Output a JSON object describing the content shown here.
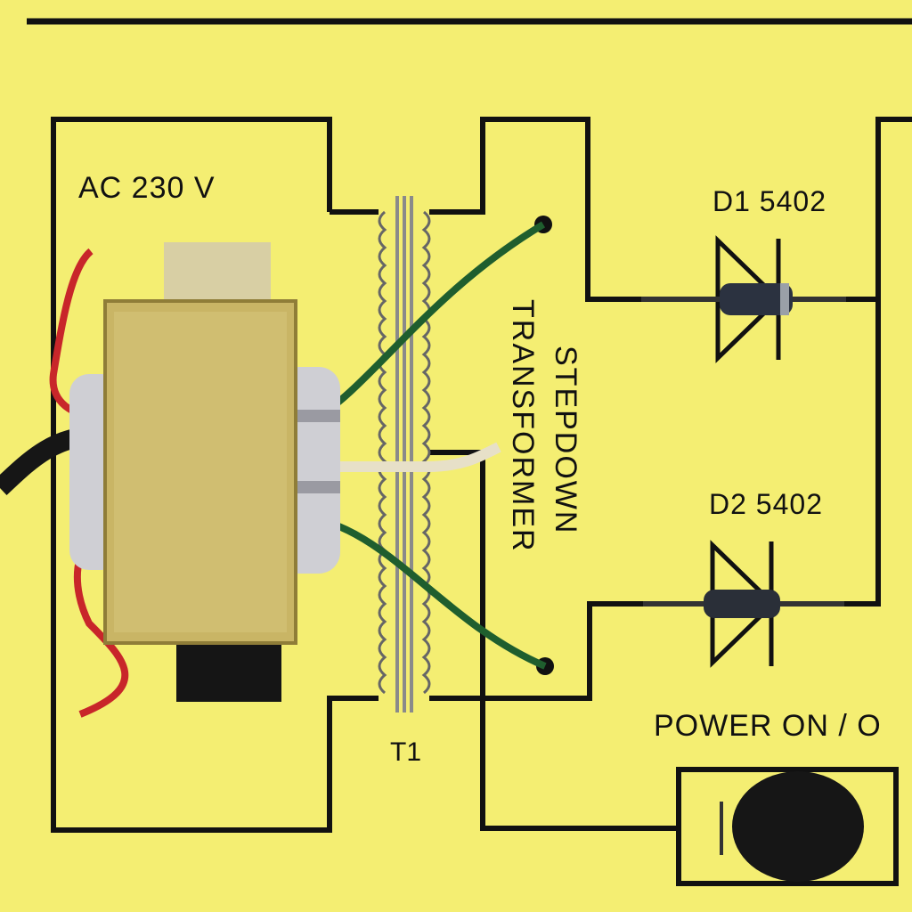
{
  "labels": {
    "ac_supply": "AC 230 V",
    "diode1": "D1 5402",
    "diode2": "D2 5402",
    "transformer_ref": "T1",
    "transformer_line1": "STEPDOWN",
    "transformer_line2": "TRANSFORMER",
    "power_switch": "POWER ON / O"
  },
  "colors": {
    "board": "#f4ee72",
    "trace": "#111111",
    "wire_red": "#c8262a",
    "wire_green": "#1f5e2e",
    "wire_black": "#161616",
    "transformer_core": "#c9b565"
  }
}
